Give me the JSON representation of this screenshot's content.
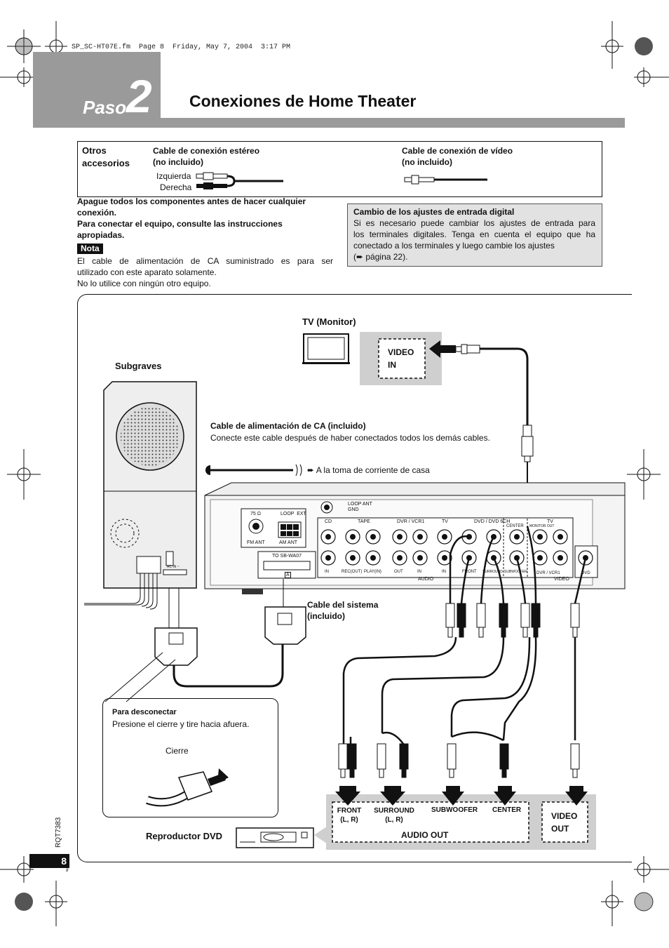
{
  "file_header": "SP_SC-HT07E.fm  Page 8  Friday, May 7, 2004  3:17 PM",
  "step": {
    "label": "Paso",
    "number": "2"
  },
  "title": "Conexiones de Home Theater",
  "accessories": {
    "heading_line1": "Otros",
    "heading_line2": "accesorios",
    "stereo_cable_line1": "Cable de conexión estéreo",
    "stereo_cable_line2": "(no incluido)",
    "left_label": "Izquierda",
    "right_label": "Derecha",
    "video_cable_line1": "Cable de conexión de vídeo",
    "video_cable_line2": "(no incluido)"
  },
  "instructions": {
    "line1": "Apague todos los componentes antes de hacer cualquier",
    "line2": "conexión.",
    "line3": "Para conectar el equipo, consulte las instrucciones",
    "line4": "apropiadas."
  },
  "note": {
    "label": "Nota",
    "line1": "El cable de alimentación de CA suministrado es para ser",
    "line2": "utilizado con este aparato solamente.",
    "line3": "No lo utilice con ningún otro equipo."
  },
  "digital_box": {
    "title": "Cambio de los ajustes de entrada digital",
    "line1": "Si es necesario puede cambiar los ajustes de entrada para",
    "line2": "los terminales digitales. Tenga en cuenta el equipo que ha",
    "line3": "conectado a los terminales y luego cambie los ajustes",
    "line4": "(➨ página 22)."
  },
  "diagram": {
    "tv_label": "TV (Monitor)",
    "video_in_line1": "VIDEO",
    "video_in_line2": "IN",
    "subwoofer_label": "Subgraves",
    "ac_cable_title": "Cable de alimentación de CA (incluido)",
    "ac_cable_desc": "Conecte este cable después de haber conectados todos los demás cables.",
    "outlet_text": "➨ A la toma de corriente de casa",
    "system_cable_line1": "Cable del sistema",
    "system_cable_line2": "(incluido)",
    "disconnect_title": "Para desconectar",
    "disconnect_desc": "Presione el cierre y tire hacia afuera.",
    "latch_label": "Cierre",
    "dvd_label": "Reproductor DVD",
    "out_front_line1": "FRONT",
    "out_front_line2": "(L, R)",
    "out_surround_line1": "SURROUND",
    "out_surround_line2": "(L, R)",
    "out_subwoofer": "SUBWOOFER",
    "out_center": "CENTER",
    "audio_out": "AUDIO OUT",
    "video_out_line1": "VIDEO",
    "video_out_line2": "OUT",
    "panel": {
      "loop_ant": "LOOP ANT",
      "gnd": "GND",
      "ohm": "75 Ω",
      "loop_ext": "LOOP  EXT",
      "fm_ant": "FM ANT",
      "am_ant": "AM ANT",
      "to_sb": "TO SB-WA07",
      "a_mark": "A",
      "cd": "CD",
      "tape": "TAPE",
      "dvr_vcr1": "DVR / VCR1",
      "tv": "TV",
      "dvd_6ch": "DVD / DVD 6CH",
      "tv2": "TV",
      "center": "CENTER",
      "monitor_out": "MONITOR OUT",
      "in": "IN",
      "rec_out": "REC(OUT)",
      "play_in": "PLAY(IN)",
      "out": "OUT",
      "front": "FRONT",
      "surround": "SURROUND",
      "subwoofer": "SUBWOOFER",
      "dvr_vcr1_b": "DVR / VCR1",
      "dvd": "DVD",
      "audio": "AUDIO",
      "video": "VIDEO",
      "ac_in": "AC IN ~"
    }
  },
  "footer": {
    "rqt": "RQT7383",
    "page_number": "8",
    "small_mark": "8"
  }
}
